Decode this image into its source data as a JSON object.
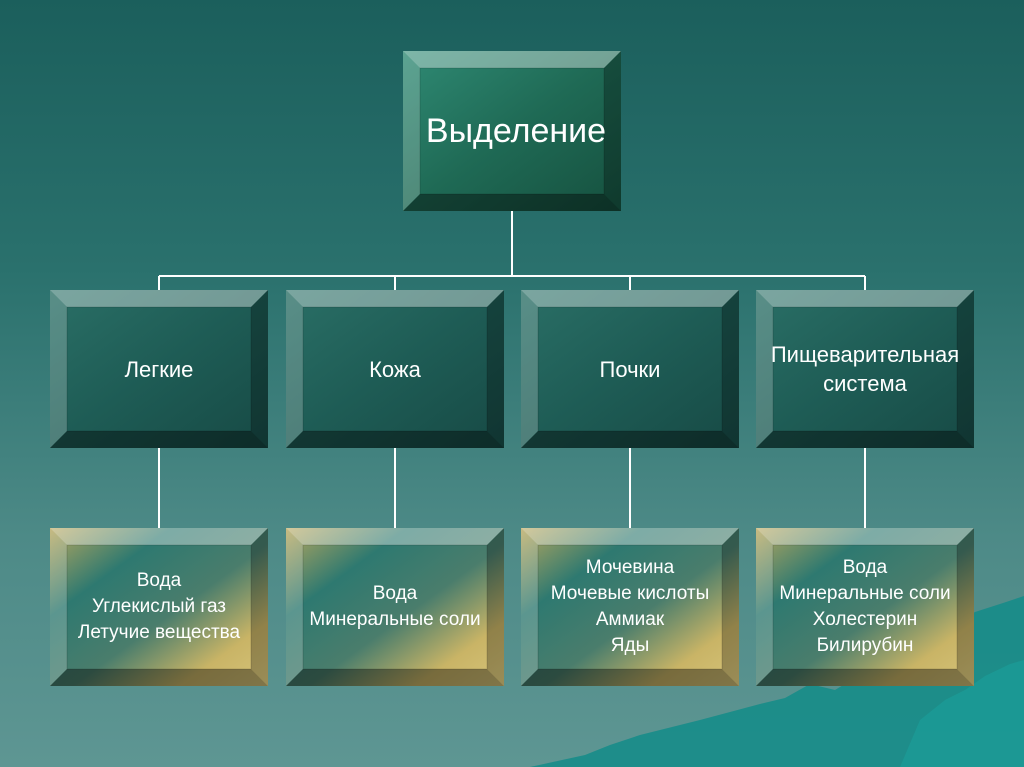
{
  "diagram": {
    "root": {
      "label": "Выделение"
    },
    "organs": [
      {
        "label": "Легкие",
        "substances": [
          "Вода",
          "Углекислый газ",
          "Летучие вещества"
        ]
      },
      {
        "label": "Кожа",
        "substances": [
          "Вода",
          "Минеральные соли"
        ]
      },
      {
        "label": "Почки",
        "substances": [
          "Мочевина",
          "Мочевые кислоты",
          "Аммиак",
          "Яды"
        ]
      },
      {
        "label": "Пищеварительная система",
        "substances": [
          "Вода",
          "Минеральные соли",
          "Холестерин",
          "Билирубин"
        ]
      }
    ]
  },
  "colors": {
    "background_top": "#1b5f5c",
    "background_bottom": "#5e9693",
    "root_face": "#1f6a55",
    "organ_face": "#1e5c55",
    "substance_face_gold": "#c9b466",
    "substance_face_teal": "#2e7970",
    "connector": "#ffffff",
    "mountain": "#138c88"
  }
}
